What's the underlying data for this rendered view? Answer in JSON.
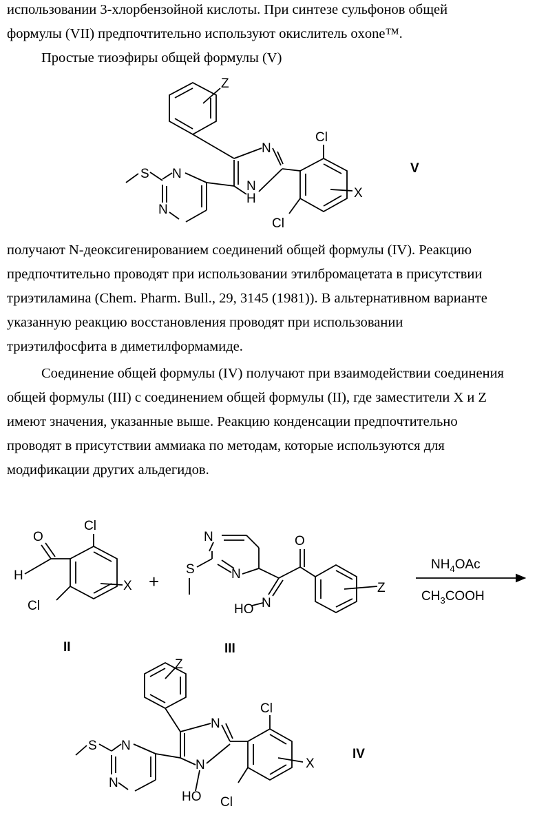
{
  "text": {
    "line1": "использовании 3-хлорбензойной кислоты. При синтезе сульфонов общей",
    "line2": "формулы (VII) предпочтительно используют окислитель oxone™.",
    "line3": "Простые тиоэфиры общей формулы (V)",
    "p2": [
      "получают N-деоксигенированием соединений общей формулы (IV). Реакцию",
      "предпочтительно проводят при использовании этилбромацетата в присутствии",
      "триэтиламина (Chem. Pharm. Bull., 29, 3145 (1981)). В альтернативном варианте",
      "указанную реакцию восстановления проводят при использовании",
      "триэтилфосфита в диметилформамиде."
    ],
    "p3": [
      "Соединение общей формулы (IV) получают при взаимодействии соединения",
      "общей формулы (III) с соединением общей формулы (II), где заместители X и Z",
      "имеют значения, указанные выше. Реакцию конденсации предпочтительно",
      "проводят в присутствии аммиака по методам, которые используются для",
      "модификации других альдегидов."
    ]
  },
  "structure_v": {
    "label": "V",
    "atoms": {
      "z": "Z",
      "n1": "N",
      "s": "S",
      "n2": "N",
      "n3": "N",
      "nh_n": "N",
      "nh_h": "H",
      "cl1": "Cl",
      "cl2": "Cl",
      "x": "X"
    }
  },
  "scheme": {
    "compound_ii": {
      "label": "II",
      "atoms": {
        "o": "O",
        "h": "H",
        "cl1": "Cl",
        "cl2": "Cl",
        "x": "X"
      }
    },
    "plus": "+",
    "compound_iii": {
      "label": "III",
      "atoms": {
        "n1": "N",
        "n2": "N",
        "s": "S",
        "o": "O",
        "n3": "N",
        "hon": "HO",
        "z": "Z"
      }
    },
    "reagent_top": "NH",
    "reagent_top_sub": "4",
    "reagent_top_tail": "OAc",
    "reagent_bottom": "CH",
    "reagent_bottom_sub": "3",
    "reagent_bottom_tail": "COOH"
  },
  "structure_iv": {
    "label": "IV",
    "atoms": {
      "z": "Z",
      "n1": "N",
      "s": "S",
      "n2": "N",
      "n3": "N",
      "n4": "N",
      "ho": "HO",
      "cl1": "Cl",
      "cl2": "Cl",
      "x": "X"
    }
  }
}
